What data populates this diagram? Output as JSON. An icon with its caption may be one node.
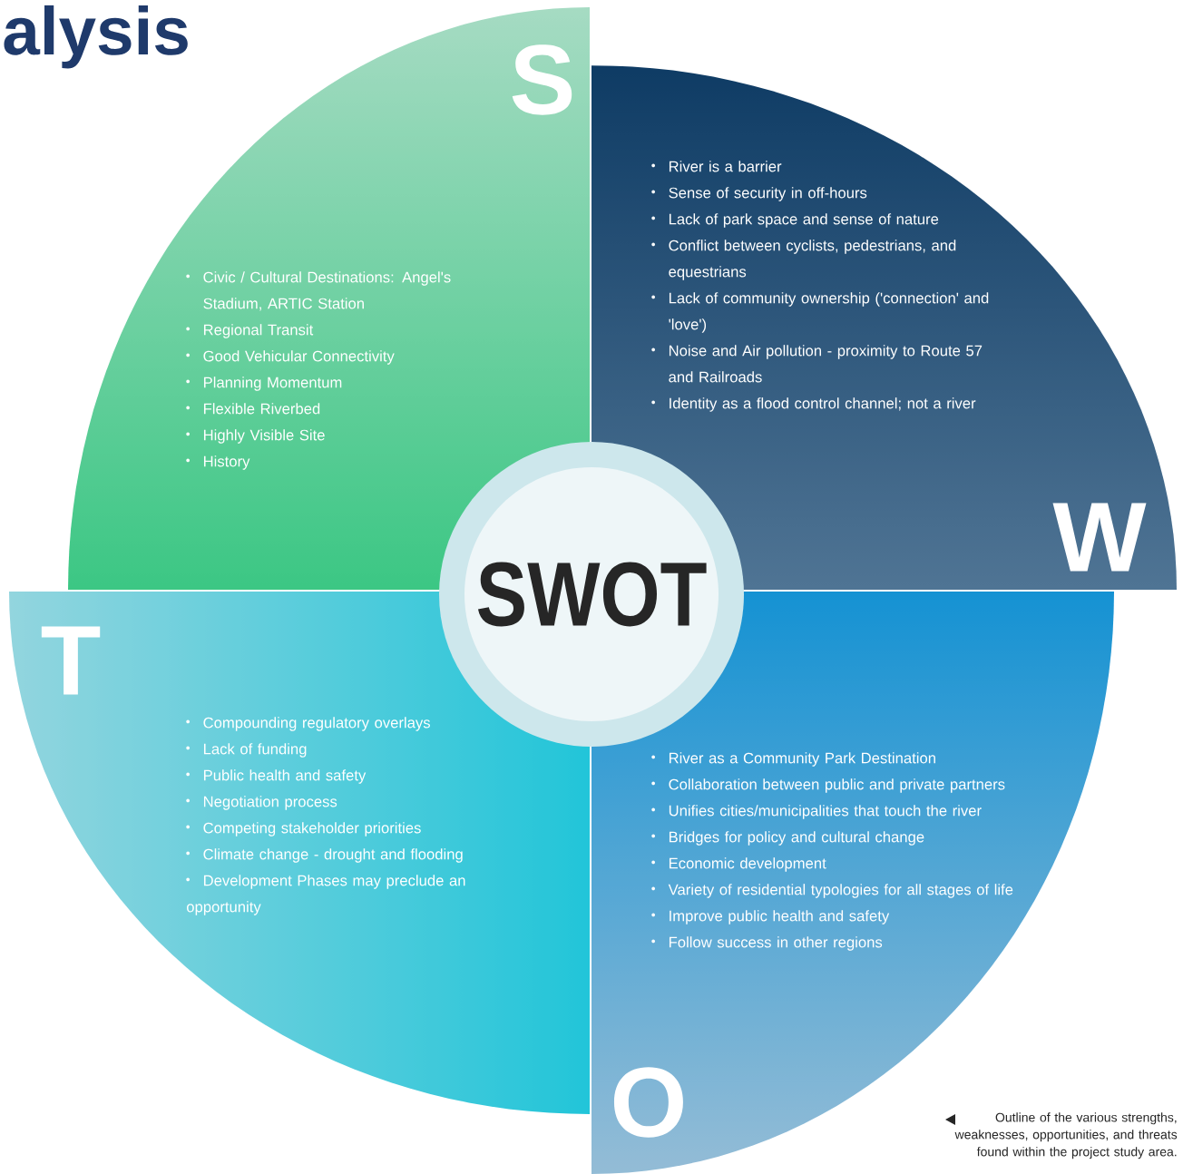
{
  "diagram": {
    "title": "alysis",
    "caption": "Outline of the various strengths, weaknesses, opportunities, and threats found within the project study area.",
    "nodes": [
      {
        "text": [
          "S",
          "Civic / Cultural Destinations: Angel's Stadium, ARTIC Station",
          "Regional Transit",
          "Good Vehicular Connectivity",
          "Planning Momentum",
          "Flexible Riverbed",
          "Highly Visible Site",
          "History"
        ]
      },
      {
        "text": [
          "River is a barrier",
          "Sense of security in off-hours",
          "Lack of park space and sense of nature",
          "Conflict between cyclists, pedestrians, and equestrians",
          "Lack of community ownership ('connection' and 'love')",
          "Noise and Air pollution - proximity to Route 57 and Railroads",
          "Identity as a flood control channel; not a river",
          "W"
        ]
      },
      {
        "text": [
          "SWOT"
        ]
      },
      {
        "text": [
          "T",
          "Compounding regulatory overlays",
          "Lack of funding",
          "Public health and safety",
          "Negotiation process",
          "Competing stakeholder priorities",
          "Climate change - drought and flooding",
          "Development Phases may preclude an opportunity"
        ]
      },
      {
        "text": [
          "River as a Community Park Destination",
          "Collaboration between public and private partners",
          "Unifies cities/municipalities that touch the river",
          "Bridges for policy and cultural change",
          "Economic development",
          "Variety of residential typologies for all stages of life",
          "Improve public health and safety",
          "Follow success in other regions",
          "O"
        ]
      }
    ]
  }
}
